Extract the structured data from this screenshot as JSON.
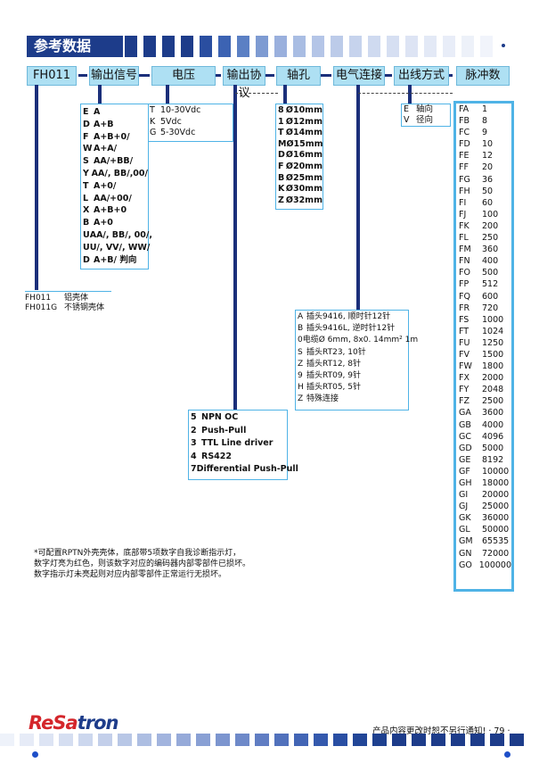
{
  "page_title": "参考数据",
  "headers": [
    "FH011",
    "输出信号",
    "电压",
    "输出协议",
    "轴孔",
    "电气连接",
    "出线方式",
    "脉冲数"
  ],
  "output_signal": [
    [
      "E",
      "A"
    ],
    [
      "D",
      "A+B"
    ],
    [
      "F",
      "A+B+0/"
    ],
    [
      "W",
      "A+A/"
    ],
    [
      "S",
      "AA/+BB/"
    ],
    [
      "Y",
      "AA/, BB/,00/"
    ],
    [
      "T",
      "A+0/"
    ],
    [
      "L",
      "AA/+00/"
    ],
    [
      "X",
      "A+B+0"
    ],
    [
      "B",
      "A+0"
    ],
    [
      "U",
      "AA/, BB/, 00/,"
    ],
    [
      "",
      "UU/, VV/, WW/"
    ],
    [
      "D",
      "A+B/ 判向"
    ]
  ],
  "voltage": [
    [
      "T",
      "10-30Vdc"
    ],
    [
      "K",
      "5Vdc"
    ],
    [
      "G",
      "5-30Vdc"
    ]
  ],
  "housing": [
    [
      "FH011",
      "铝壳体"
    ],
    [
      "FH011G",
      "不锈钢壳体"
    ]
  ],
  "protocol": [
    [
      "5",
      "NPN OC"
    ],
    [
      "2",
      "Push-Pull"
    ],
    [
      "3",
      "TTL Line driver"
    ],
    [
      "4",
      "RS422"
    ],
    [
      "7",
      "Differential Push-Pull"
    ]
  ],
  "shaft": [
    [
      "8",
      "Ø10mm"
    ],
    [
      "1",
      "Ø12mm"
    ],
    [
      "T",
      "Ø14mm"
    ],
    [
      "M",
      "Ø15mm"
    ],
    [
      "D",
      "Ø16mm"
    ],
    [
      "F",
      "Ø20mm"
    ],
    [
      "B",
      "Ø25mm"
    ],
    [
      "K",
      "Ø30mm"
    ],
    [
      "Z",
      "Ø32mm"
    ]
  ],
  "connection": [
    [
      "A",
      "插头9416, 顺时针12针"
    ],
    [
      "B",
      "插头9416L, 逆时针12针"
    ],
    [
      "0",
      "电缆Ø 6mm, 8x0. 14mm² 1m"
    ],
    [
      "S",
      "插头RT23, 10针"
    ],
    [
      "Z",
      "插头RT12, 8针"
    ],
    [
      "9",
      "插头RT09, 9针"
    ],
    [
      "H",
      "插头RT05, 5针"
    ],
    [
      "Z",
      "特殊连接"
    ]
  ],
  "outlet": [
    [
      "E",
      "轴向"
    ],
    [
      "V",
      "径向"
    ]
  ],
  "pulses": [
    [
      "FA",
      "1"
    ],
    [
      "FB",
      "8"
    ],
    [
      "FC",
      "9"
    ],
    [
      "FD",
      "10"
    ],
    [
      "FE",
      "12"
    ],
    [
      "FF",
      "20"
    ],
    [
      "FG",
      "36"
    ],
    [
      "FH",
      "50"
    ],
    [
      "FI",
      "60"
    ],
    [
      "FJ",
      "100"
    ],
    [
      "FK",
      "200"
    ],
    [
      "FL",
      "250"
    ],
    [
      "FM",
      "360"
    ],
    [
      "FN",
      "400"
    ],
    [
      "FO",
      "500"
    ],
    [
      "FP",
      "512"
    ],
    [
      "FQ",
      "600"
    ],
    [
      "FR",
      "720"
    ],
    [
      "FS",
      "1000"
    ],
    [
      "FT",
      "1024"
    ],
    [
      "FU",
      "1250"
    ],
    [
      "FV",
      "1500"
    ],
    [
      "FW",
      "1800"
    ],
    [
      "FX",
      "2000"
    ],
    [
      "FY",
      "2048"
    ],
    [
      "FZ",
      "2500"
    ],
    [
      "GA",
      "3600"
    ],
    [
      "GB",
      "4000"
    ],
    [
      "GC",
      "4096"
    ],
    [
      "GD",
      "5000"
    ],
    [
      "GE",
      "8192"
    ],
    [
      "GF",
      "10000"
    ],
    [
      "GH",
      "18000"
    ],
    [
      "GI",
      "20000"
    ],
    [
      "GJ",
      "25000"
    ],
    [
      "GK",
      "36000"
    ],
    [
      "GL",
      "50000"
    ],
    [
      "GM",
      "65535"
    ],
    [
      "GN",
      "72000"
    ],
    [
      "GO",
      "100000"
    ]
  ],
  "footnote": [
    "*可配置RPTN外壳壳体，底部带5项数字自我诊断指示灯，",
    "数字灯亮为红色，则该数字对应的编码器内部零部件已损坏。",
    "数字指示灯未亮起则对应内部零部件正常运行无损坏。"
  ],
  "logo": {
    "part1": "ReSa",
    "part2": "tron"
  },
  "footer_note": "产品内容更改时恕不另行通知!",
  "page_number": "· 79 ·",
  "colors": {
    "navy": "#1b2f7a",
    "header_fill": "#aee0f3",
    "box_border": "#4fb3e6",
    "logo_red": "#d4262b",
    "logo_blue": "#1d3c8a"
  }
}
